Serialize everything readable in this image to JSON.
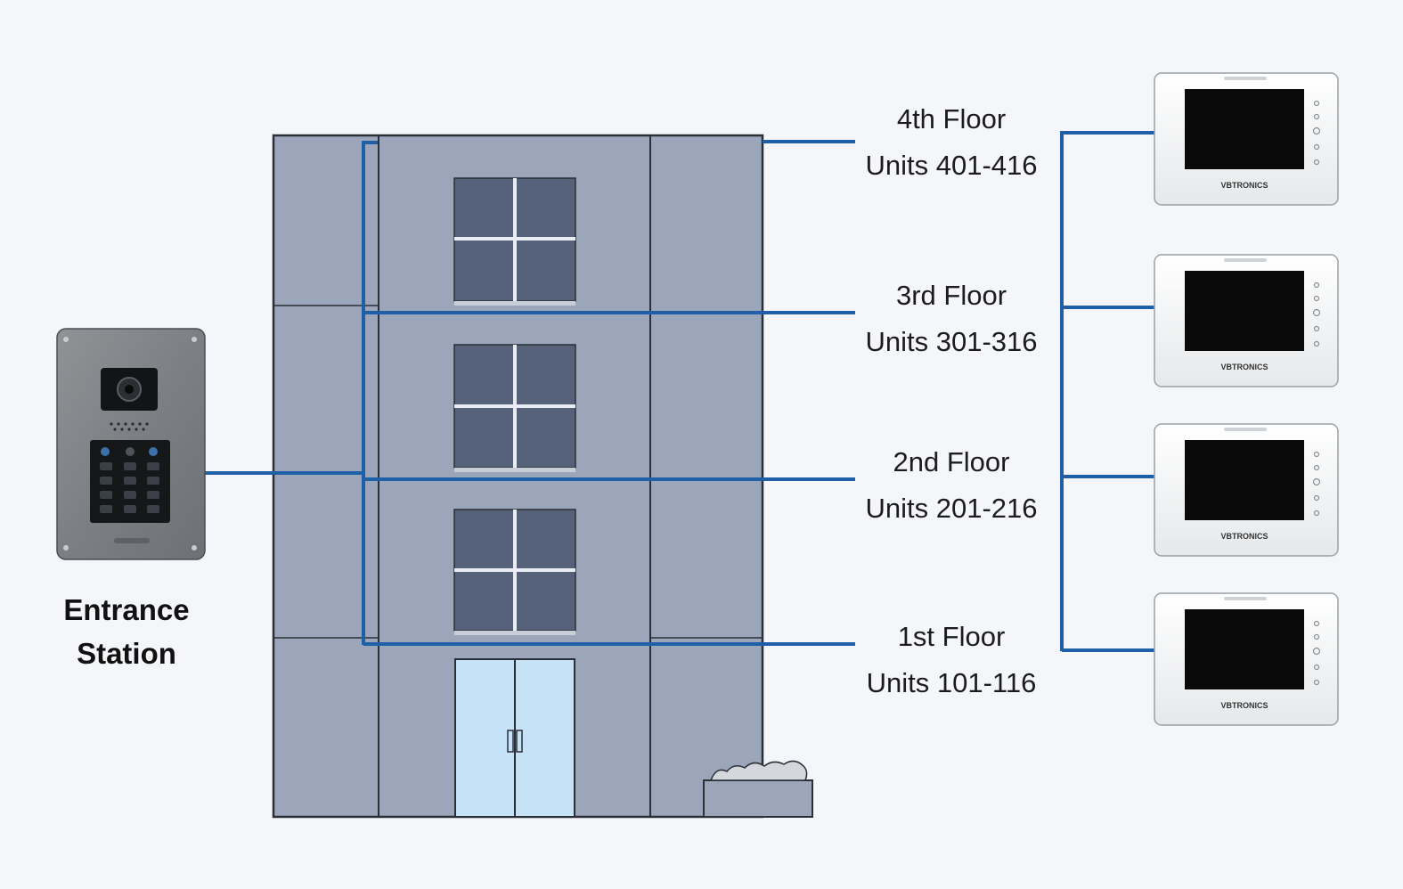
{
  "entrance": {
    "label_line1": "Entrance",
    "label_line2": "Station",
    "panel_icon": "intercom-keypad-icon"
  },
  "floors": [
    {
      "name": "4th Floor",
      "units": "Units 401-416"
    },
    {
      "name": "3rd Floor",
      "units": "Units 301-316"
    },
    {
      "name": "2nd Floor",
      "units": "Units 201-216"
    },
    {
      "name": "1st Floor",
      "units": "Units 101-116"
    }
  ],
  "monitors": [
    {
      "brand": "VBTRONICS",
      "icon": "video-monitor-icon"
    },
    {
      "brand": "VBTRONICS",
      "icon": "video-monitor-icon"
    },
    {
      "brand": "VBTRONICS",
      "icon": "video-monitor-icon"
    },
    {
      "brand": "VBTRONICS",
      "icon": "video-monitor-icon"
    }
  ],
  "colors": {
    "wire": "#1f5fa8",
    "building": "#9ba6bb",
    "window": "#56627a",
    "door": "#c5e2f7",
    "background": "#f4f6f9"
  }
}
